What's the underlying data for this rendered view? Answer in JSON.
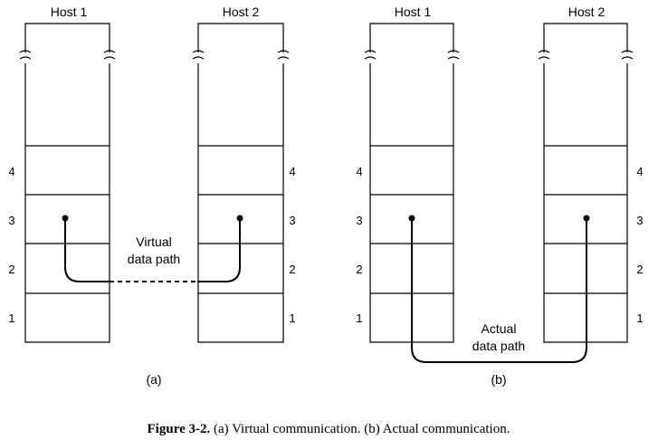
{
  "panel_a": {
    "host1_label": "Host 1",
    "host2_label": "Host 2",
    "layers": [
      "4",
      "3",
      "2",
      "1"
    ],
    "path_label_line1": "Virtual",
    "path_label_line2": "data path",
    "panel_label": "(a)"
  },
  "panel_b": {
    "host1_label": "Host 1",
    "host2_label": "Host 2",
    "layers": [
      "4",
      "3",
      "2",
      "1"
    ],
    "path_label_line1": "Actual",
    "path_label_line2": "data path",
    "panel_label": "(b)"
  },
  "caption": {
    "label": "Figure 3-2.",
    "text": " (a) Virtual communication. (b) Actual communication."
  }
}
